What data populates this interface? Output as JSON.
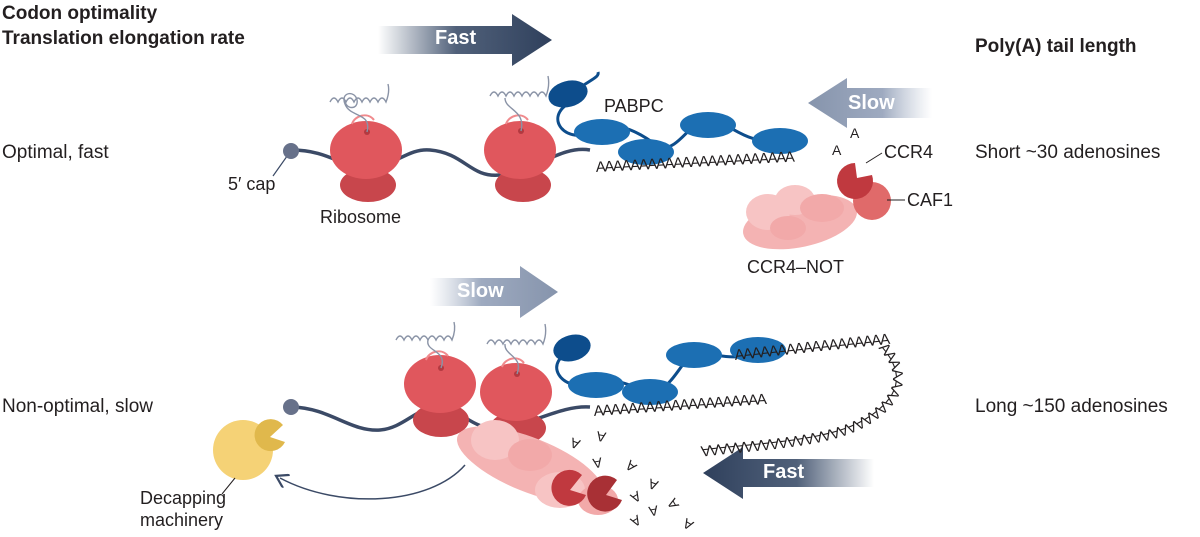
{
  "headings": {
    "left_line1": "Codon optimality",
    "left_line2": "Translation elongation rate",
    "right": "Poly(A) tail length"
  },
  "rows": {
    "top": {
      "left_label": "Optimal, fast",
      "right_label": "Short ~30 adenosines"
    },
    "bottom": {
      "left_label": "Non-optimal, slow",
      "right_label": "Long ~150 adenosines"
    }
  },
  "arrows": {
    "top_translation": "Fast",
    "top_deadenylation": "Slow",
    "bottom_translation": "Slow",
    "bottom_deadenylation": "Fast"
  },
  "labels": {
    "cap": "5′ cap",
    "ribosome": "Ribosome",
    "pabpc": "PABPC",
    "ccr4": "CCR4",
    "caf1": "CAF1",
    "ccr4_not": "CCR4–NOT",
    "decapping_line1": "Decapping",
    "decapping_line2": "machinery"
  },
  "polya": {
    "top_tail": "AAAAAAAAAAAAAAAAAAAAAAA",
    "bottom_tail": "AAAAAAAAAAAAAAAAAAAA",
    "bottom_tail_upper": "AAAAAAAAAAAAAAAAAA",
    "bottom_tail_loop": "AAAAAAAAAAAAAAAAAAAAAAAAAAAAA",
    "free_a": "A"
  },
  "colors": {
    "dark_navy": "#3d4f6b",
    "light_arrow": "#8f9db5",
    "ribosome_red": "#e0575d",
    "ribosome_dark": "#c8464c",
    "pabpc_blue": "#1c6fb3",
    "pabpc_dark": "#0d4d8c",
    "ccr4_red": "#c0393f",
    "caf1_red": "#e06a6a",
    "ccr4_not_pink": "#f4b3b3",
    "decapping_yellow": "#f5d276",
    "mrna_line": "#3b4a66"
  }
}
